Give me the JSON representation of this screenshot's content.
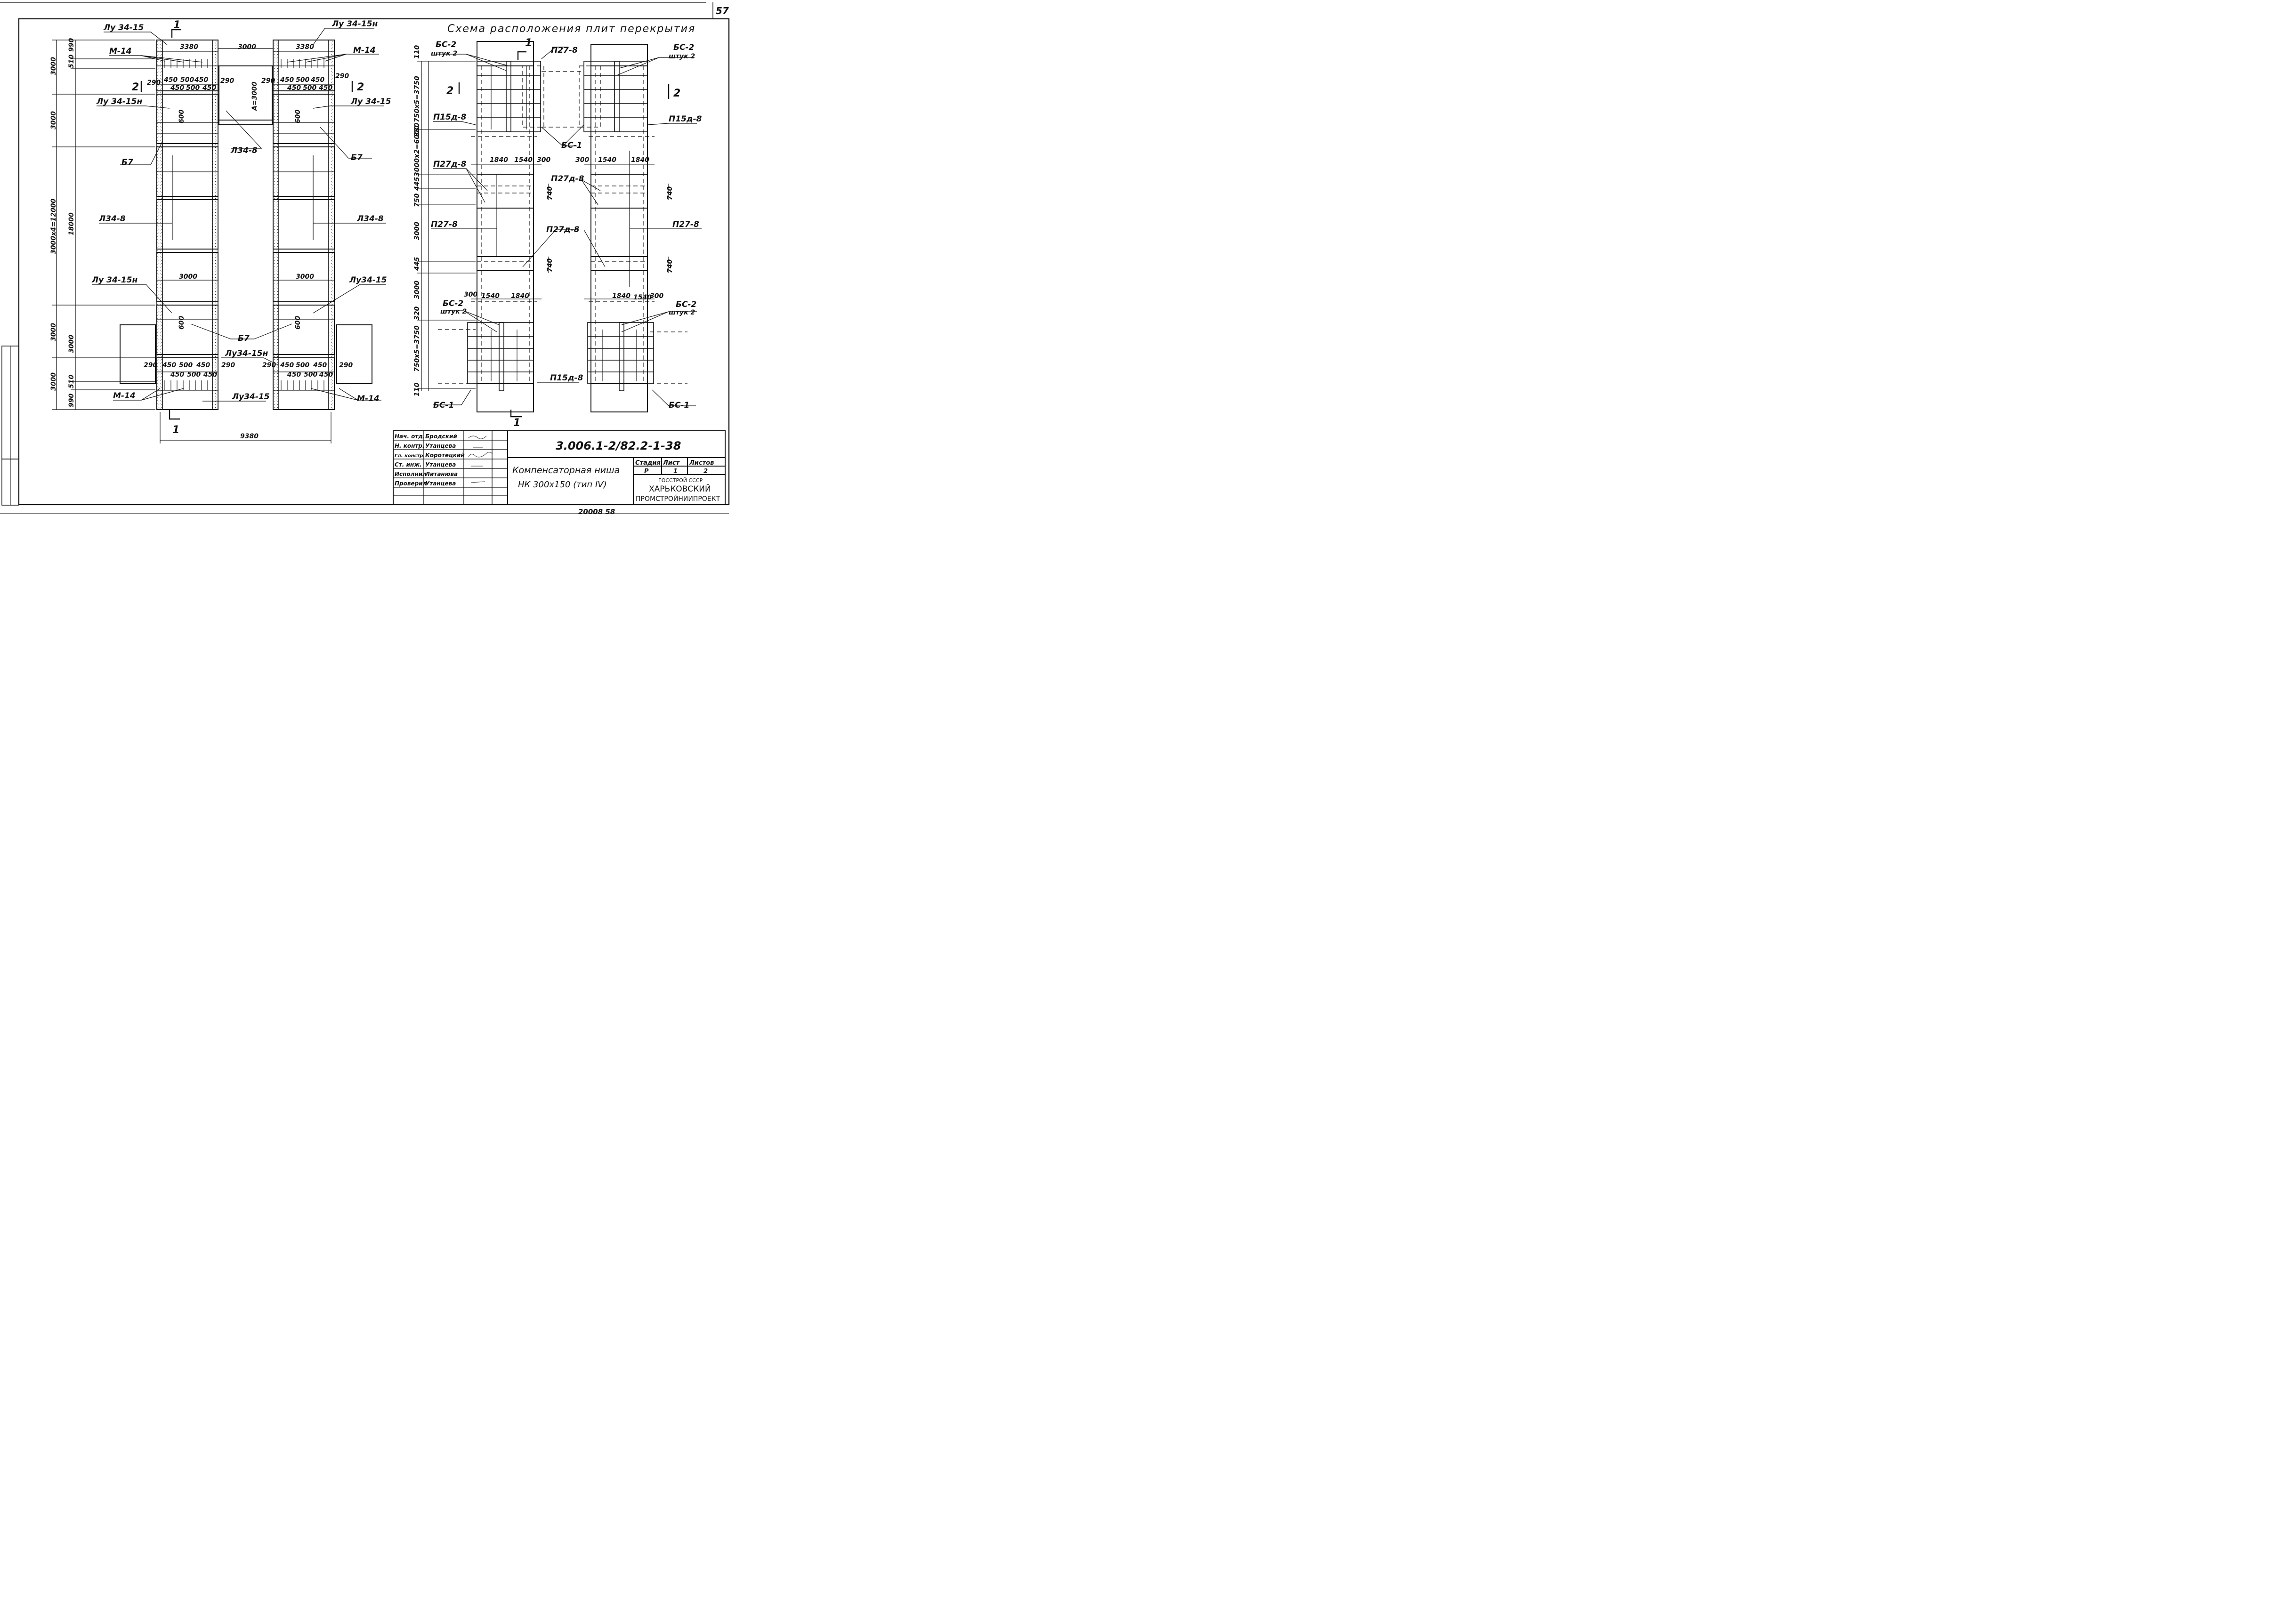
{
  "sheet_number": "57",
  "footer_number": "20008  58",
  "right_title": "Схема расположения плит перекрытия",
  "section_marks": {
    "one": "1",
    "two": "2"
  },
  "left_plan": {
    "labels": {
      "lu_top_left": "Лу 34-15",
      "lu_top_right": "Лу 34-15н",
      "m14_tl": "М-14",
      "m14_tr": "М-14",
      "lu_h_left": "Лу 34-15н",
      "lu_right2": "Лу 34-15",
      "l34_8_mid": "Л34-8",
      "b7_left": "Б7",
      "b7_right": "Б7",
      "l34_left": "Л34-8",
      "l34_right": "Л34-8",
      "lu_h_left_low": "Лу 34-15н",
      "lu_right_low": "Лу34-15",
      "b7_bottom": "Б7",
      "lu_h_bottom_mid": "Лу34-15н",
      "lu_bottom_mid": "Лу34-15",
      "m14_bl": "М-14",
      "m14_br": "М-14"
    },
    "dims": {
      "w3380a": "3380",
      "w3380b": "3380",
      "w3000top": "3000",
      "a3000": "А=3000",
      "d600a": "600",
      "d600b": "600",
      "d600c": "600",
      "d600d": "600",
      "w3000l": "3000",
      "w3000r": "3000",
      "w9380": "9380",
      "d290": "290",
      "d450": "450",
      "d500": "500",
      "v3000": "3000",
      "v18000": "18000",
      "v3000x4": "3000х4=12000",
      "v510": "510",
      "v990": "990"
    }
  },
  "right_plan": {
    "labels": {
      "bs2_tl": "БС-2",
      "bs2_tl_n": "штук 2",
      "p27_8_top": "П27-8",
      "bs2_tr": "БС-2",
      "bs2_tr_n": "штук 2",
      "p15d_l": "П15д-8",
      "p15d_r": "П15д-8",
      "bs1_mid": "БС-1",
      "p27d_l": "П27д-8",
      "p27d_r": "П27д-8",
      "p27_8_l": "П27-8",
      "p27_8_r": "П27-8",
      "p27d_mid": "П27д-8",
      "bs2_bl": "БС-2",
      "bs2_bl_n": "штук 2",
      "bs2_br": "БС-2",
      "bs2_br_n": "штук 2",
      "p15d_bot": "П15д-8",
      "bs1_bl": "БС-1",
      "bs1_br": "БС-1"
    },
    "dims": {
      "d1840": "1840",
      "d1540": "1540",
      "d300": "300",
      "d740": "740",
      "v750x5": "750х5=3750",
      "v3000x2": "3000х2=6000",
      "v110": "110",
      "v330": "330",
      "v445": "445",
      "v750": "750",
      "v3000": "3000",
      "v320": "320"
    }
  },
  "stamp": {
    "doc_code": "3.006.1-2/82.2-1-38",
    "title_line1": "Компенсаторная ниша",
    "title_line2": "НК 300х150 (тип IV)",
    "stage_label": "Стадия",
    "sheet_label": "Лист",
    "sheets_label": "Листов",
    "stage": "Р",
    "sheet": "1",
    "sheets": "2",
    "org_line1": "ГОССТРОЙ СССР",
    "org_line2": "ХАРЬКОВСКИЙ",
    "org_line3": "ПРОМСТРОЙНИИПРОЕКТ",
    "roles": [
      {
        "role": "Нач. отд.",
        "name": "Бродский"
      },
      {
        "role": "Н. контр.",
        "name": "Утанцева"
      },
      {
        "role": "Гл. констр.",
        "name": "Коротецкий"
      },
      {
        "role": "Ст. инж.",
        "name": "Утанцева"
      },
      {
        "role": "Исполнил",
        "name": "Литанюва"
      },
      {
        "role": "Проверил",
        "name": "Утанцева"
      }
    ]
  }
}
